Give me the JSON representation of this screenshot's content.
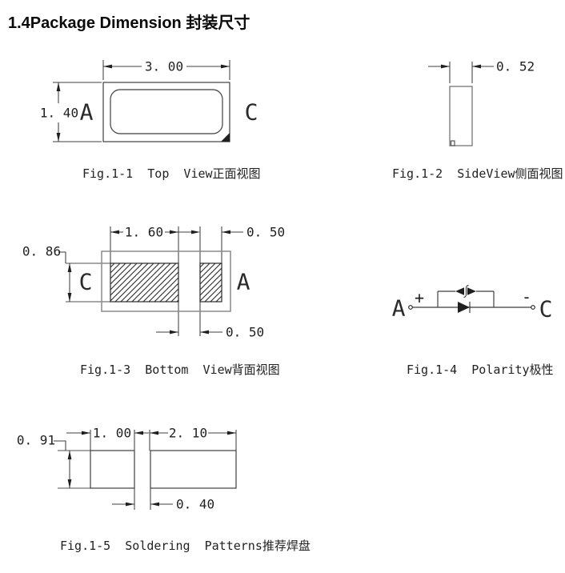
{
  "title": "1.4Package Dimension 封装尺寸",
  "figures": {
    "top_view": {
      "caption": "Fig.1-1  Top  View正面视图",
      "dim_width": "3. 00",
      "dim_height": "1. 40",
      "label_left": "A",
      "label_right": "C"
    },
    "side_view": {
      "caption": "Fig.1-2  SideView侧面视图",
      "dim_width": "0. 52"
    },
    "bottom_view": {
      "caption": "Fig.1-3  Bottom  View背面视图",
      "dim_large_pad": "1. 60",
      "dim_small_pad": "0. 50",
      "dim_pad_height": "0. 86",
      "dim_gap": "0. 50",
      "label_left": "C",
      "label_right": "A"
    },
    "polarity": {
      "caption": "Fig.1-4  Polarity极性",
      "label_anode": "A",
      "label_cathode": "C",
      "sign_plus": "+",
      "sign_minus": "-"
    },
    "soldering": {
      "caption": "Fig.1-5  Soldering  Patterns推荐焊盘",
      "dim_left_pad": "1. 00",
      "dim_right_pad": "2. 10",
      "dim_height": "0. 91",
      "dim_gap": "0. 40"
    }
  },
  "colors": {
    "line": "#3f3f3f",
    "outline_gray": "#8a8a8a",
    "text": "#1f1f1f",
    "background": "#ffffff"
  }
}
